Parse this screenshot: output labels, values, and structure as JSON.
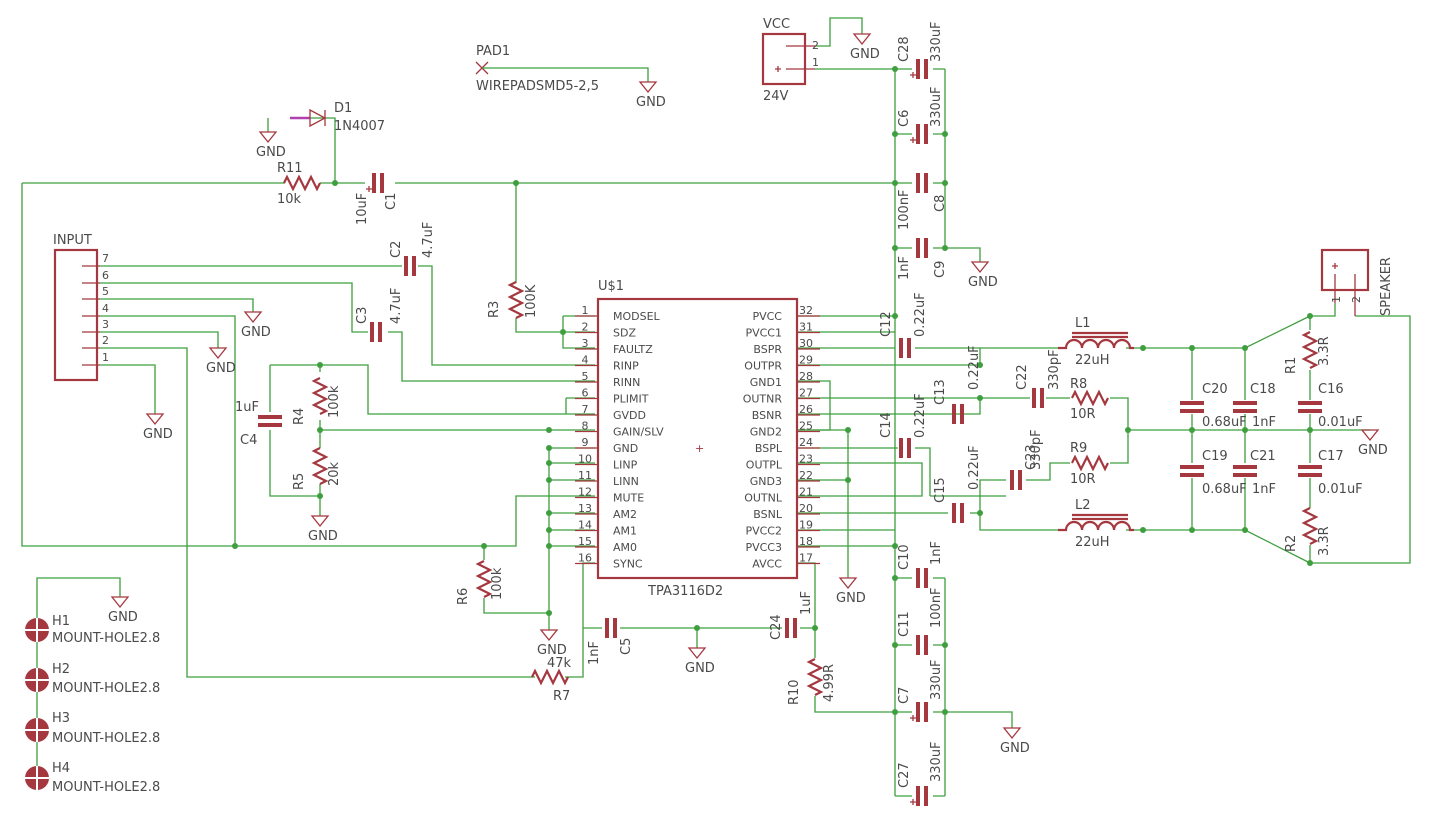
{
  "ic": {
    "ref": "U$1",
    "part": "TPA3116D2",
    "left_pins": [
      {
        "num": "1",
        "name": "MODSEL"
      },
      {
        "num": "2",
        "name": "SDZ"
      },
      {
        "num": "3",
        "name": "FAULTZ"
      },
      {
        "num": "4",
        "name": "RINP"
      },
      {
        "num": "5",
        "name": "RINN"
      },
      {
        "num": "6",
        "name": "PLIMIT"
      },
      {
        "num": "7",
        "name": "GVDD"
      },
      {
        "num": "8",
        "name": "GAIN/SLV"
      },
      {
        "num": "9",
        "name": "GND"
      },
      {
        "num": "10",
        "name": "LINP"
      },
      {
        "num": "11",
        "name": "LINN"
      },
      {
        "num": "12",
        "name": "MUTE"
      },
      {
        "num": "13",
        "name": "AM2"
      },
      {
        "num": "14",
        "name": "AM1"
      },
      {
        "num": "15",
        "name": "AM0"
      },
      {
        "num": "16",
        "name": "SYNC"
      }
    ],
    "right_pins": [
      {
        "num": "32",
        "name": "PVCC"
      },
      {
        "num": "31",
        "name": "PVCC1"
      },
      {
        "num": "30",
        "name": "BSPR"
      },
      {
        "num": "29",
        "name": "OUTPR"
      },
      {
        "num": "28",
        "name": "GND1"
      },
      {
        "num": "27",
        "name": "OUTNR"
      },
      {
        "num": "26",
        "name": "BSNR"
      },
      {
        "num": "25",
        "name": "GND2"
      },
      {
        "num": "24",
        "name": "BSPL"
      },
      {
        "num": "23",
        "name": "OUTPL"
      },
      {
        "num": "22",
        "name": "GND3"
      },
      {
        "num": "21",
        "name": "OUTNL"
      },
      {
        "num": "20",
        "name": "BSNL"
      },
      {
        "num": "19",
        "name": "PVCC2"
      },
      {
        "num": "18",
        "name": "PVCC3"
      },
      {
        "num": "17",
        "name": "AVCC"
      }
    ]
  },
  "input": {
    "label": "INPUT",
    "pins": [
      "7",
      "6",
      "5",
      "4",
      "3",
      "2",
      "1"
    ]
  },
  "power": {
    "ref": "VCC",
    "value": "24V",
    "pins": [
      "2",
      "1"
    ]
  },
  "speaker": {
    "ref": "SPEAKER",
    "pins": [
      "1",
      "2"
    ]
  },
  "pad": {
    "ref": "PAD1",
    "value": "WIREPADSMD5-2,5"
  },
  "diode": {
    "ref": "D1",
    "value": "1N4007"
  },
  "gnd": "GND",
  "mount_holes": [
    {
      "ref": "H1",
      "value": "MOUNT-HOLE2.8"
    },
    {
      "ref": "H2",
      "value": "MOUNT-HOLE2.8"
    },
    {
      "ref": "H3",
      "value": "MOUNT-HOLE2.8"
    },
    {
      "ref": "H4",
      "value": "MOUNT-HOLE2.8"
    }
  ],
  "resistors": {
    "R11": {
      "ref": "R11",
      "value": "10k"
    },
    "R3": {
      "ref": "R3",
      "value": "100K"
    },
    "R4": {
      "ref": "R4",
      "value": "100k"
    },
    "R5": {
      "ref": "R5",
      "value": "20k"
    },
    "R6": {
      "ref": "R6",
      "value": "100k"
    },
    "R7": {
      "ref": "R7",
      "value": "47k"
    },
    "R10": {
      "ref": "R10",
      "value": "4.99R"
    },
    "R8": {
      "ref": "R8",
      "value": "10R"
    },
    "R9": {
      "ref": "R9",
      "value": "10R"
    },
    "R1": {
      "ref": "R1",
      "value": "3.3R"
    },
    "R2": {
      "ref": "R2",
      "value": "3.3R"
    }
  },
  "capacitors": {
    "C1": {
      "ref": "C1",
      "value": "10uF"
    },
    "C2": {
      "ref": "C2",
      "value": "4.7uF"
    },
    "C3": {
      "ref": "C3",
      "value": "4.7uF"
    },
    "C4": {
      "ref": "C4",
      "value": "1uF"
    },
    "C5": {
      "ref": "C5",
      "value": "1nF"
    },
    "C24": {
      "ref": "C24",
      "value": "1uF"
    },
    "C28": {
      "ref": "C28",
      "value": "330uF"
    },
    "C6": {
      "ref": "C6",
      "value": "330uF"
    },
    "C8": {
      "ref": "C8",
      "value": "100nF"
    },
    "C9": {
      "ref": "C9",
      "value": "1nF"
    },
    "C12": {
      "ref": "C12",
      "value": "0.22uF"
    },
    "C13": {
      "ref": "C13",
      "value": "0.22uF"
    },
    "C14": {
      "ref": "C14",
      "value": "0.22uF"
    },
    "C15": {
      "ref": "C15",
      "value": "0.22uF"
    },
    "C22": {
      "ref": "C22",
      "value": "330pF"
    },
    "C23": {
      "ref": "C23",
      "value": "330pF"
    },
    "C10": {
      "ref": "C10",
      "value": "1nF"
    },
    "C11": {
      "ref": "C11",
      "value": "100nF"
    },
    "C7": {
      "ref": "C7",
      "value": "330uF"
    },
    "C27": {
      "ref": "C27",
      "value": "330uF"
    },
    "C20": {
      "ref": "C20",
      "value": "0.68uF"
    },
    "C18": {
      "ref": "C18",
      "value": "1nF"
    },
    "C16": {
      "ref": "C16",
      "value": "0.01uF"
    },
    "C19": {
      "ref": "C19",
      "value": "0.68uF"
    },
    "C21": {
      "ref": "C21",
      "value": "1nF"
    },
    "C17": {
      "ref": "C17",
      "value": "0.01uF"
    }
  },
  "inductors": {
    "L1": {
      "ref": "L1",
      "value": "22uH"
    },
    "L2": {
      "ref": "L2",
      "value": "22uH"
    }
  }
}
